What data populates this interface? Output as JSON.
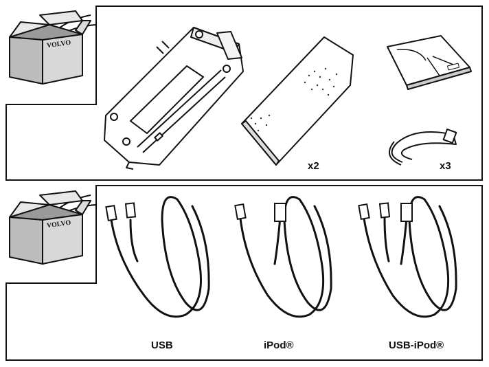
{
  "panels": [
    {
      "box_brand": "VOLVO",
      "parts": [
        {
          "id": "module",
          "quantity": ""
        },
        {
          "id": "mounting-pad",
          "quantity": "x2"
        },
        {
          "id": "instruction-booklet",
          "quantity": ""
        },
        {
          "id": "cable-tie",
          "quantity": "x3"
        }
      ]
    },
    {
      "box_brand": "VOLVO",
      "cables": [
        {
          "id": "usb",
          "label": "USB"
        },
        {
          "id": "ipod",
          "label": "iPod®"
        },
        {
          "id": "usb-ipod",
          "label": "USB-iPod®"
        }
      ]
    }
  ]
}
